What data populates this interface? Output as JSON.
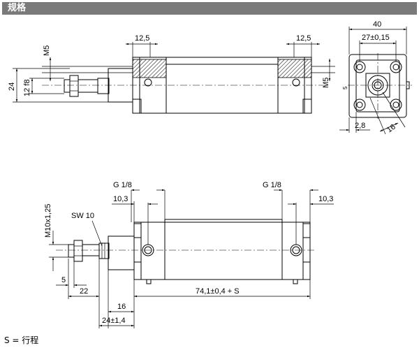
{
  "header": {
    "title": "规格"
  },
  "top_view": {
    "dim_12_5_left": "12,5",
    "dim_12_5_right": "12,5",
    "dim_m5_left": "M5",
    "dim_m5_right": "M5",
    "dim_24": "24",
    "dim_12f8": "12 f8"
  },
  "end_view": {
    "dim_40": "40",
    "dim_27": "27±0,15",
    "dim_2_8": "2,8",
    "dim_16": "16",
    "dim_small": "5"
  },
  "bottom_view": {
    "g18_left": "G 1/8",
    "g18_right": "G 1/8",
    "dim_10_3_left": "10,3",
    "dim_10_3_right": "10,3",
    "m10": "M10x1,25",
    "sw10": "SW 10",
    "dim_5": "5",
    "dim_22": "22",
    "dim_16": "16",
    "dim_24": "24±1,4",
    "dim_length": "74,1±0,4 + S"
  },
  "footer": {
    "note": "S = 行程"
  }
}
